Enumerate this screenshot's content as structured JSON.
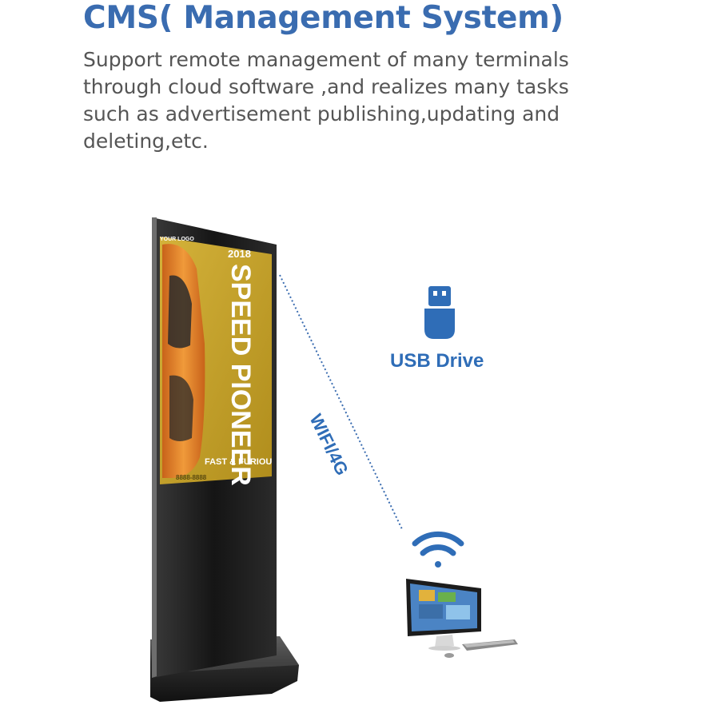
{
  "header": {
    "title": "CMS( Management System)",
    "description": "Support remote management of many terminals through cloud software ,and realizes many tasks such as advertisement publishing,updating and deleting,etc."
  },
  "diagram": {
    "usb_label": "USB Drive",
    "connection_label": "WIFI/4G",
    "screen": {
      "year": "2018",
      "headline": "SPEED PIONEER",
      "tagline": "FAST & FURIOU",
      "logo_text": "YOUR LOGO",
      "phone": "8888-8888"
    }
  },
  "colors": {
    "accent_blue": "#3a6cb0",
    "body_text": "#555555",
    "poster_yellow": "#c9a92a",
    "car_orange": "#e8842a"
  },
  "icons": [
    "usb-drive-icon",
    "wifi-icon",
    "computer-monitor-icon"
  ]
}
